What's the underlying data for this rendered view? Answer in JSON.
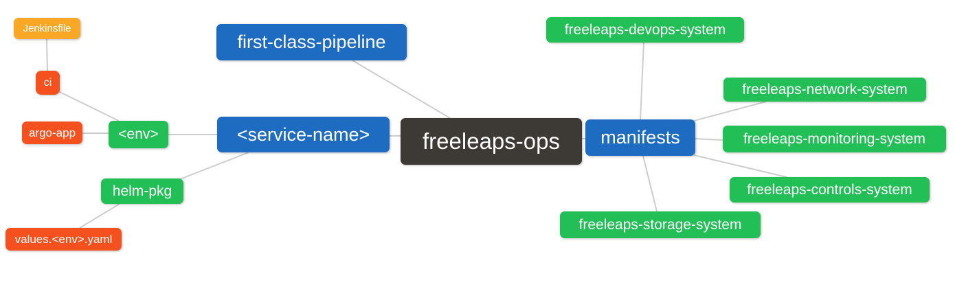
{
  "diagram": {
    "type": "mindmap",
    "root_key": "freeleaps_ops"
  },
  "palette": {
    "background": "#ffffff",
    "text": "#ffffff",
    "edge": "#cdcdcd",
    "root_bg": "#3d3935",
    "branch_bg": "#1e6bc2",
    "green_bg": "#21bf56",
    "red_bg": "#f4511e",
    "amber_bg": "#f9a825"
  },
  "nodes": {
    "freeleaps_ops": {
      "label": "freeleaps-ops",
      "role": "root"
    },
    "first_class_pipeline": {
      "label": "first-class-pipeline",
      "role": "branch"
    },
    "service_name": {
      "label": "<service-name>",
      "role": "branch"
    },
    "manifests": {
      "label": "manifests",
      "role": "branch"
    },
    "env": {
      "label": "<env>",
      "role": "green"
    },
    "helm_pkg": {
      "label": "helm-pkg",
      "role": "green"
    },
    "ci": {
      "label": "ci",
      "role": "red"
    },
    "argo_app": {
      "label": "argo-app",
      "role": "red"
    },
    "values_env_yaml": {
      "label": "values.<env>.yaml",
      "role": "red"
    },
    "jenkinsfile": {
      "label": "Jenkinsfile",
      "role": "amber"
    },
    "devops_system": {
      "label": "freeleaps-devops-system",
      "role": "green"
    },
    "network_system": {
      "label": "freeleaps-network-system",
      "role": "green"
    },
    "monitoring_system": {
      "label": "freeleaps-monitoring-system",
      "role": "green"
    },
    "controls_system": {
      "label": "freeleaps-controls-system",
      "role": "green"
    },
    "storage_system": {
      "label": "freeleaps-storage-system",
      "role": "green"
    }
  },
  "edges": [
    {
      "from": "jenkinsfile",
      "to": "ci"
    },
    {
      "from": "ci",
      "to": "env"
    },
    {
      "from": "argo_app",
      "to": "env"
    },
    {
      "from": "env",
      "to": "service_name"
    },
    {
      "from": "service_name",
      "to": "helm_pkg"
    },
    {
      "from": "helm_pkg",
      "to": "values_env_yaml"
    },
    {
      "from": "first_class_pipeline",
      "to": "freeleaps_ops"
    },
    {
      "from": "service_name",
      "to": "freeleaps_ops"
    },
    {
      "from": "freeleaps_ops",
      "to": "manifests"
    },
    {
      "from": "manifests",
      "to": "devops_system"
    },
    {
      "from": "manifests",
      "to": "network_system"
    },
    {
      "from": "manifests",
      "to": "monitoring_system"
    },
    {
      "from": "manifests",
      "to": "controls_system"
    },
    {
      "from": "manifests",
      "to": "storage_system"
    }
  ]
}
